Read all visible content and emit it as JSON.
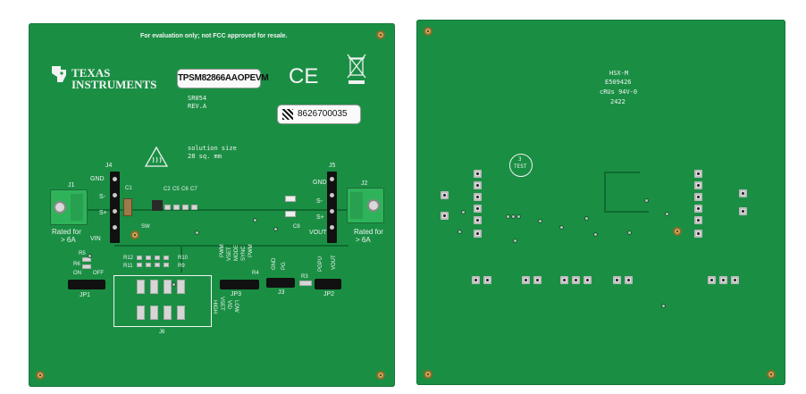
{
  "front_board": {
    "disclaimer": "For evaluation only; not FCC approved for resale.",
    "brand_line1": "TEXAS",
    "brand_line2": "INSTRUMENTS",
    "model_label": "TPSM82866AAOPEVM",
    "board_code": "SR054",
    "revision": "REV.A",
    "ce_mark": "CE",
    "serial_number": "8626700035",
    "solution_size_line1": "solution size",
    "solution_size_line2": "28 sq. mm",
    "connector_left": "J1",
    "connector_right": "J2",
    "rated_left_line1": "Rated for",
    "rated_left_line2": "> 6A",
    "rated_right_line1": "Rated for",
    "rated_right_line2": "> 6A",
    "header_left": "J4",
    "header_left_pins": [
      "GND",
      "S-",
      "S+",
      "VIN"
    ],
    "header_right": "J5",
    "header_right_pins": [
      "GND",
      "S-",
      "S+",
      "VOUT"
    ],
    "sw_label": "SW",
    "cap_c1": "C1",
    "cap_labels": [
      "C2",
      "C5",
      "C6",
      "C7"
    ],
    "cap_c8": "C8",
    "resistors_top": [
      "R5",
      "R6"
    ],
    "on_off": [
      "ON",
      "OFF"
    ],
    "jp1": "JP1",
    "resistors_mid": [
      "R12",
      "R11",
      "R10",
      "R9"
    ],
    "j6": "J6",
    "j6_labels": [
      "HIGH",
      "VSET",
      "VID",
      "LOW"
    ],
    "j3_top_labels": [
      "PWM",
      "VSET",
      "MODE",
      "SYNC",
      "PWM"
    ],
    "j3_label": "JP3",
    "r4": "R4",
    "j3_pins": [
      "GND",
      "PG"
    ],
    "j3": "J3",
    "r3": "R3",
    "jp2_label": "PGPU",
    "jp2_vout": "VOUT",
    "jp2": "JP2"
  },
  "back_board": {
    "fab_line1": "HSX-M",
    "fab_line2": "E509426",
    "fab_line3": "cRUs 94V-0",
    "fab_line4": "2422",
    "test_mark_line1": "3",
    "test_mark_line2": "TEST"
  },
  "colors": {
    "pcb_green": "#1a8f44",
    "silkscreen": "#f2f2f2",
    "terminal_green": "#2fb35a"
  }
}
